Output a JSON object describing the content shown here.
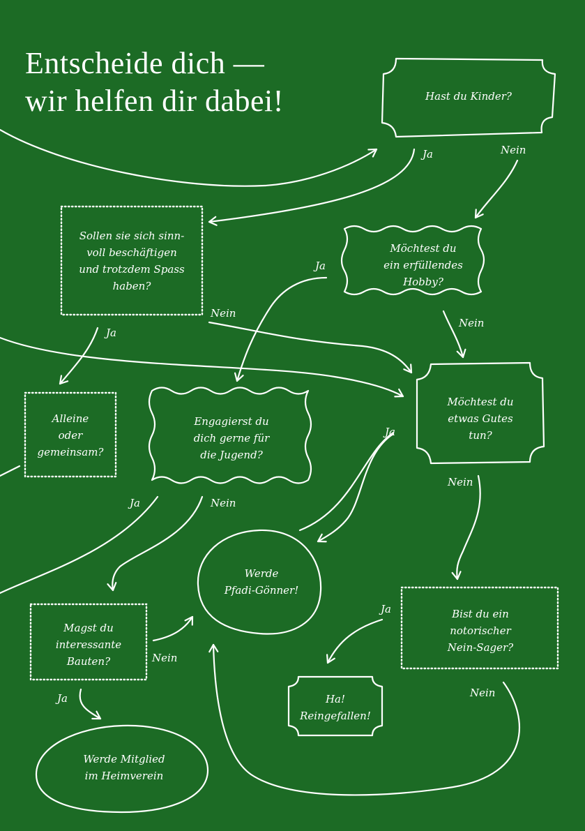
{
  "title": {
    "line1": "Entscheide dich —",
    "line2": "wir helfen dir dabei!"
  },
  "nodes": {
    "kinder": {
      "lines": [
        "Hast du Kinder?"
      ]
    },
    "sinnvoll": {
      "lines": [
        "Sollen sie sich sinn-",
        "voll beschäftigen",
        "und trotzdem Spass",
        "haben?"
      ]
    },
    "hobby": {
      "lines": [
        "Möchtest du",
        "ein erfüllendes",
        "Hobby?"
      ]
    },
    "alleine": {
      "lines": [
        "Alleine",
        "oder",
        "gemeinsam?"
      ]
    },
    "jugend": {
      "lines": [
        "Engagierst du",
        "dich gerne für",
        "die Jugend?"
      ]
    },
    "gutes": {
      "lines": [
        "Möchtest du",
        "etwas Gutes",
        "tun?"
      ]
    },
    "goenner": {
      "lines": [
        "Werde",
        "Pfadi-Gönner!"
      ]
    },
    "bauten": {
      "lines": [
        "Magst du",
        "interessante",
        "Bauten?"
      ]
    },
    "neinsager": {
      "lines": [
        "Bist du ein",
        "notorischer",
        "Nein-Sager?"
      ]
    },
    "reingefallen": {
      "lines": [
        "Ha!",
        "Reingefallen!"
      ]
    },
    "mitglied": {
      "lines": [
        "Werde Mitglied",
        "im Heimverein"
      ]
    }
  },
  "edge_labels": {
    "kinder_ja": "Ja",
    "kinder_nein": "Nein",
    "hobby_ja": "Ja",
    "hobby_nein": "Nein",
    "sinnvoll_ja": "Ja",
    "sinnvoll_nein": "Nein",
    "gutes_ja": "Ja",
    "gutes_nein": "Nein",
    "jugend_ja": "Ja",
    "jugend_nein": "Nein",
    "neinsager_ja": "Ja",
    "neinsager_nein": "Nein",
    "bauten_ja": "Ja",
    "bauten_nein": "Nein"
  },
  "colors": {
    "background": "#1c6b25",
    "ink": "#ffffff"
  }
}
